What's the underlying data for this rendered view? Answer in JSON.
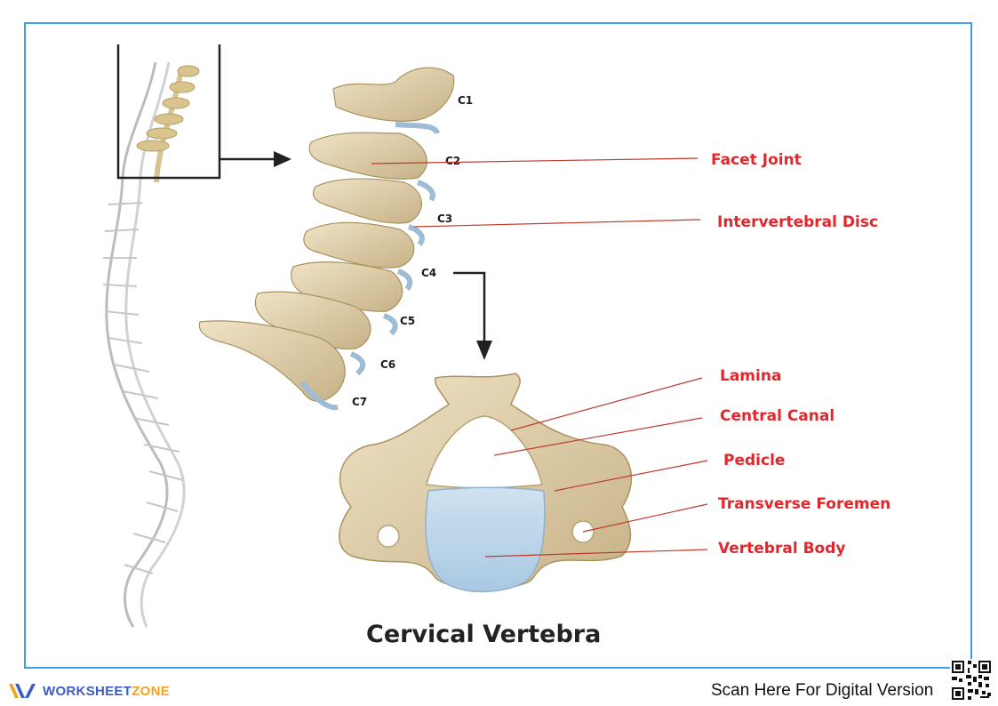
{
  "diagram": {
    "title": "Cervical Vertebra",
    "vertebra_labels": [
      "C1",
      "C2",
      "C3",
      "C4",
      "C5",
      "C6",
      "C7"
    ],
    "labels": {
      "facet_joint": "Facet Joint",
      "intervertebral_disc": "Intervertebral Disc",
      "lamina": "Lamina",
      "central_canal": "Central Canal",
      "pedicle": "Pedicle",
      "transverse_foremen": "Transverse Foremen",
      "vertebral_body": "Vertebral Body"
    },
    "colors": {
      "label": "#e3262b",
      "leader_line": "#c0392b",
      "bone": "#e3d4b3",
      "bone_shade": "#c9b68d",
      "disc": "#bcd6ea",
      "frame": "#3aa0e6"
    }
  },
  "footer": {
    "brand_part1": "WORKSHEET",
    "brand_part2": "ZONE",
    "scan_text": "Scan Here For Digital Version"
  }
}
